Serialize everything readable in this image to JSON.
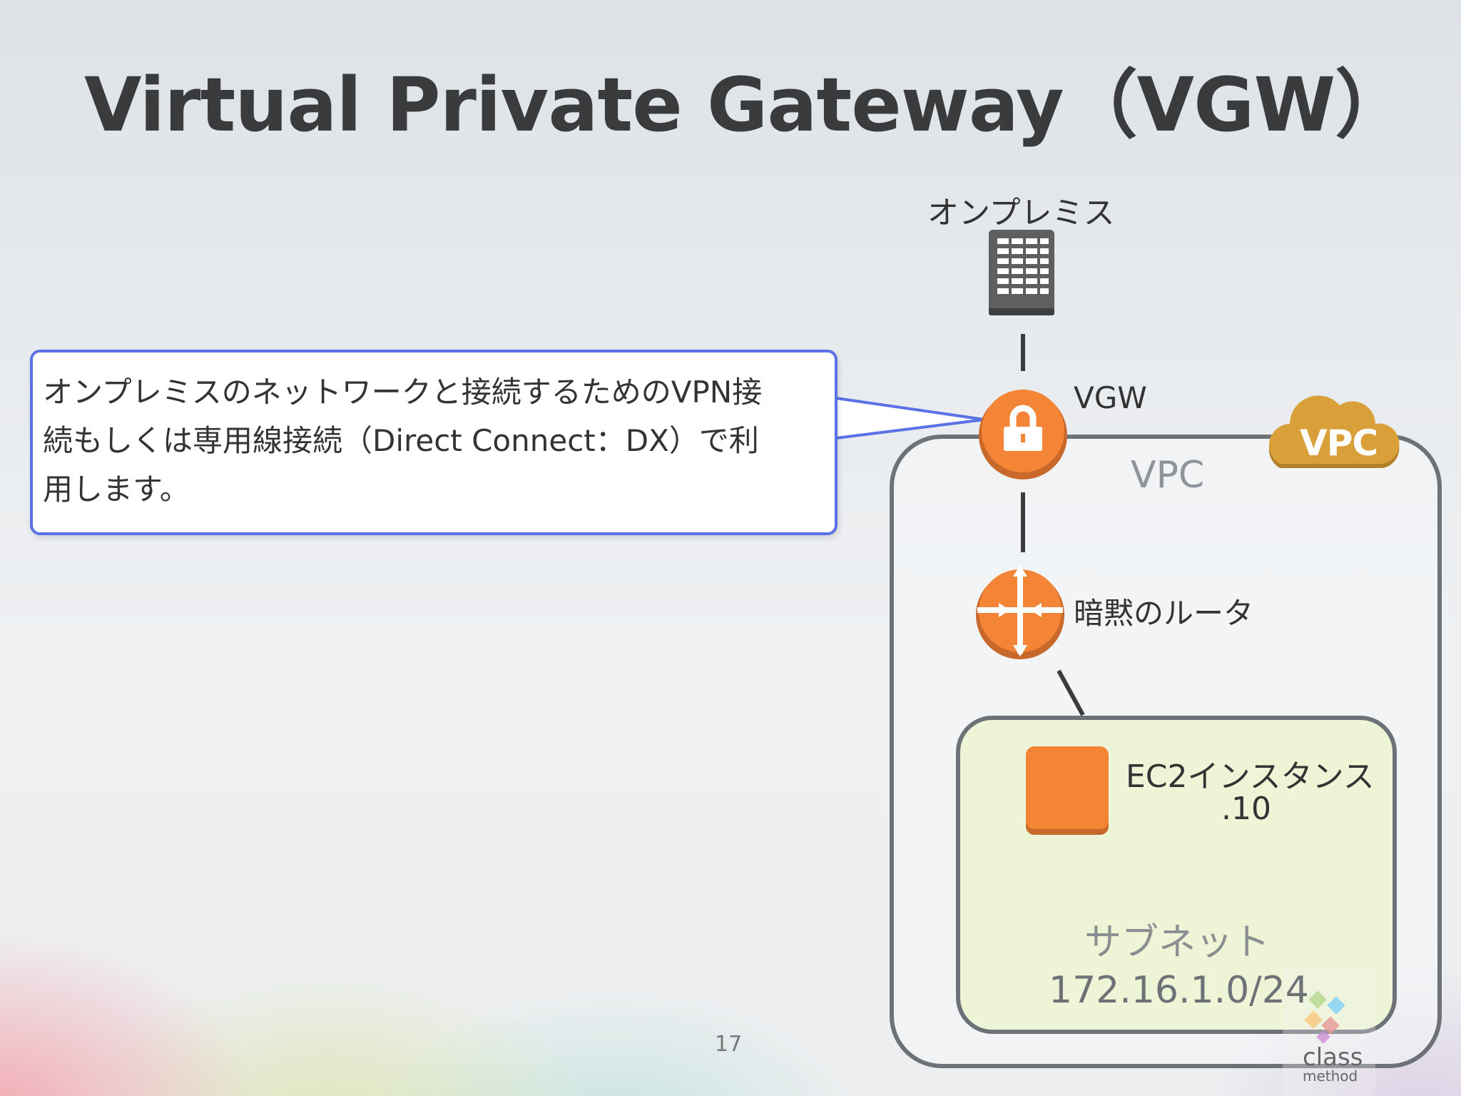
{
  "slide": {
    "title": "Virtual Private Gateway（VGW）",
    "page_number": "17"
  },
  "callout": {
    "text_line1": "オンプレミスのネットワークと接続するためのVPN接",
    "text_line2": "続もしくは専用線接続（Direct Connect：DX）で利",
    "text_line3": "用します。"
  },
  "diagram": {
    "onprem_label": "オンプレミス",
    "vgw_label": "VGW",
    "vpc_label": "VPC",
    "vpc_badge": "VPC",
    "router_label": "暗黙のルータ",
    "ec2_label": "EC2インスタンス",
    "ec2_ip": ".10",
    "subnet_label": "サブネット",
    "subnet_cidr": "172.16.1.0/24"
  },
  "logo": {
    "line1": "class",
    "line2": "method"
  },
  "colors": {
    "accent_orange": "#f58536",
    "vpc_badge_gold": "#d9a03a",
    "callout_border": "#5a72e6",
    "subnet_fill": "#eef5d6",
    "title_text": "#3a3b3d"
  },
  "icons": [
    "server-icon",
    "lock-icon",
    "router-icon",
    "ec2-instance-icon",
    "vpc-cloud-icon"
  ]
}
